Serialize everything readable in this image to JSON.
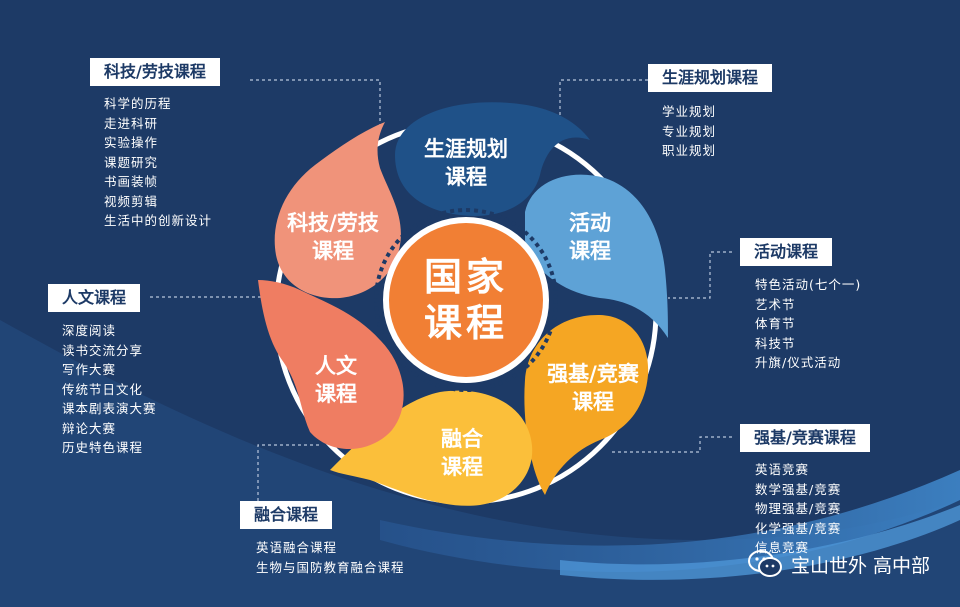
{
  "center": {
    "label": "国家\n课程"
  },
  "petals": {
    "career": "生涯规划\n课程",
    "activity": "活动\n课程",
    "qiangji": "强基/竞赛\n课程",
    "fusion": "融合\n课程",
    "humanities": "人文\n课程",
    "tech": "科技/劳技\n课程"
  },
  "panels": {
    "tech": {
      "title": "科技/劳技课程",
      "items": [
        "科学的历程",
        "走进科研",
        "实验操作",
        "课题研究",
        "书画装帧",
        "视频剪辑",
        "生活中的创新设计"
      ]
    },
    "career": {
      "title": "生涯规划课程",
      "items": [
        "学业规划",
        "专业规划",
        "职业规划"
      ]
    },
    "activity": {
      "title": "活动课程",
      "items": [
        "特色活动(七个一)",
        "艺术节",
        "体育节",
        "科技节",
        "升旗/仪式活动"
      ]
    },
    "humanities": {
      "title": "人文课程",
      "items": [
        "深度阅读",
        "读书交流分享",
        "写作大赛",
        "传统节日文化",
        "课本剧表演大赛",
        "辩论大赛",
        "历史特色课程"
      ]
    },
    "qiangji": {
      "title": "强基/竞赛课程",
      "items": [
        "英语竞赛",
        "数学强基/竞赛",
        "物理强基/竞赛",
        "化学强基/竞赛",
        "信息竞赛"
      ]
    },
    "fusion": {
      "title": "融合课程",
      "items": [
        "英语融合课程",
        "生物与国防教育融合课程"
      ]
    }
  },
  "watermark": {
    "text": "宝山世外 高中部",
    "icon": "wechat-icon"
  },
  "colors": {
    "background": "#1d3a66",
    "career": "#1f5188",
    "activity": "#5ea2d6",
    "qiangji": "#f5a623",
    "fusion": "#fbbf3a",
    "humanities": "#ef7d62",
    "tech": "#f0937a",
    "center": "#f17f34"
  }
}
